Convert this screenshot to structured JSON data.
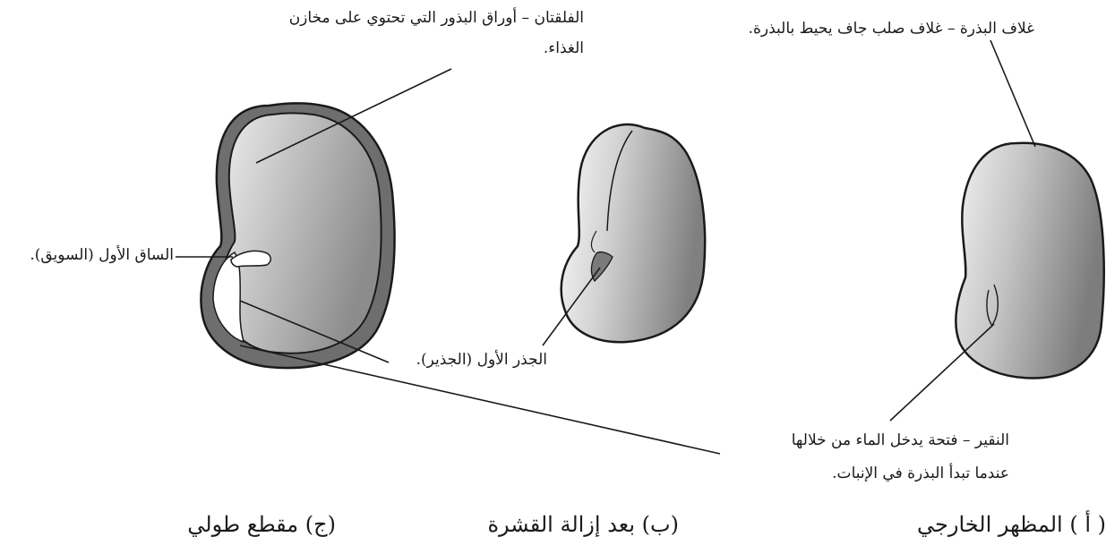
{
  "labels": {
    "cotyledons_line1": "الفلقتان – أوراق البذور التي تحتوي على مخازن",
    "cotyledons_line2": "الغذاء.",
    "seed_coat": "غلاف البذرة – غلاف صلب جاف يحيط بالبذرة.",
    "plumule": "الساق الأول (السويق).",
    "radicle": "الجذر الأول (الجذير).",
    "micropyle_line1": "النقير – فتحة يدخل الماء من خلالها",
    "micropyle_line2": "عندما تبدأ البذرة في الإنبات."
  },
  "captions": {
    "external_view": "( أ ) المظهر الخارجي",
    "after_peeling": "(ب) بعد إزالة القشرة",
    "longitudinal_section": "(ج) مقطع طولي"
  },
  "colors": {
    "outline": "#1a1a1a",
    "seed_light": "#f4f4f4",
    "seed_dark": "#8a8a8a",
    "coat_section": "#6e6e6e",
    "embryo": "#ffffff"
  }
}
